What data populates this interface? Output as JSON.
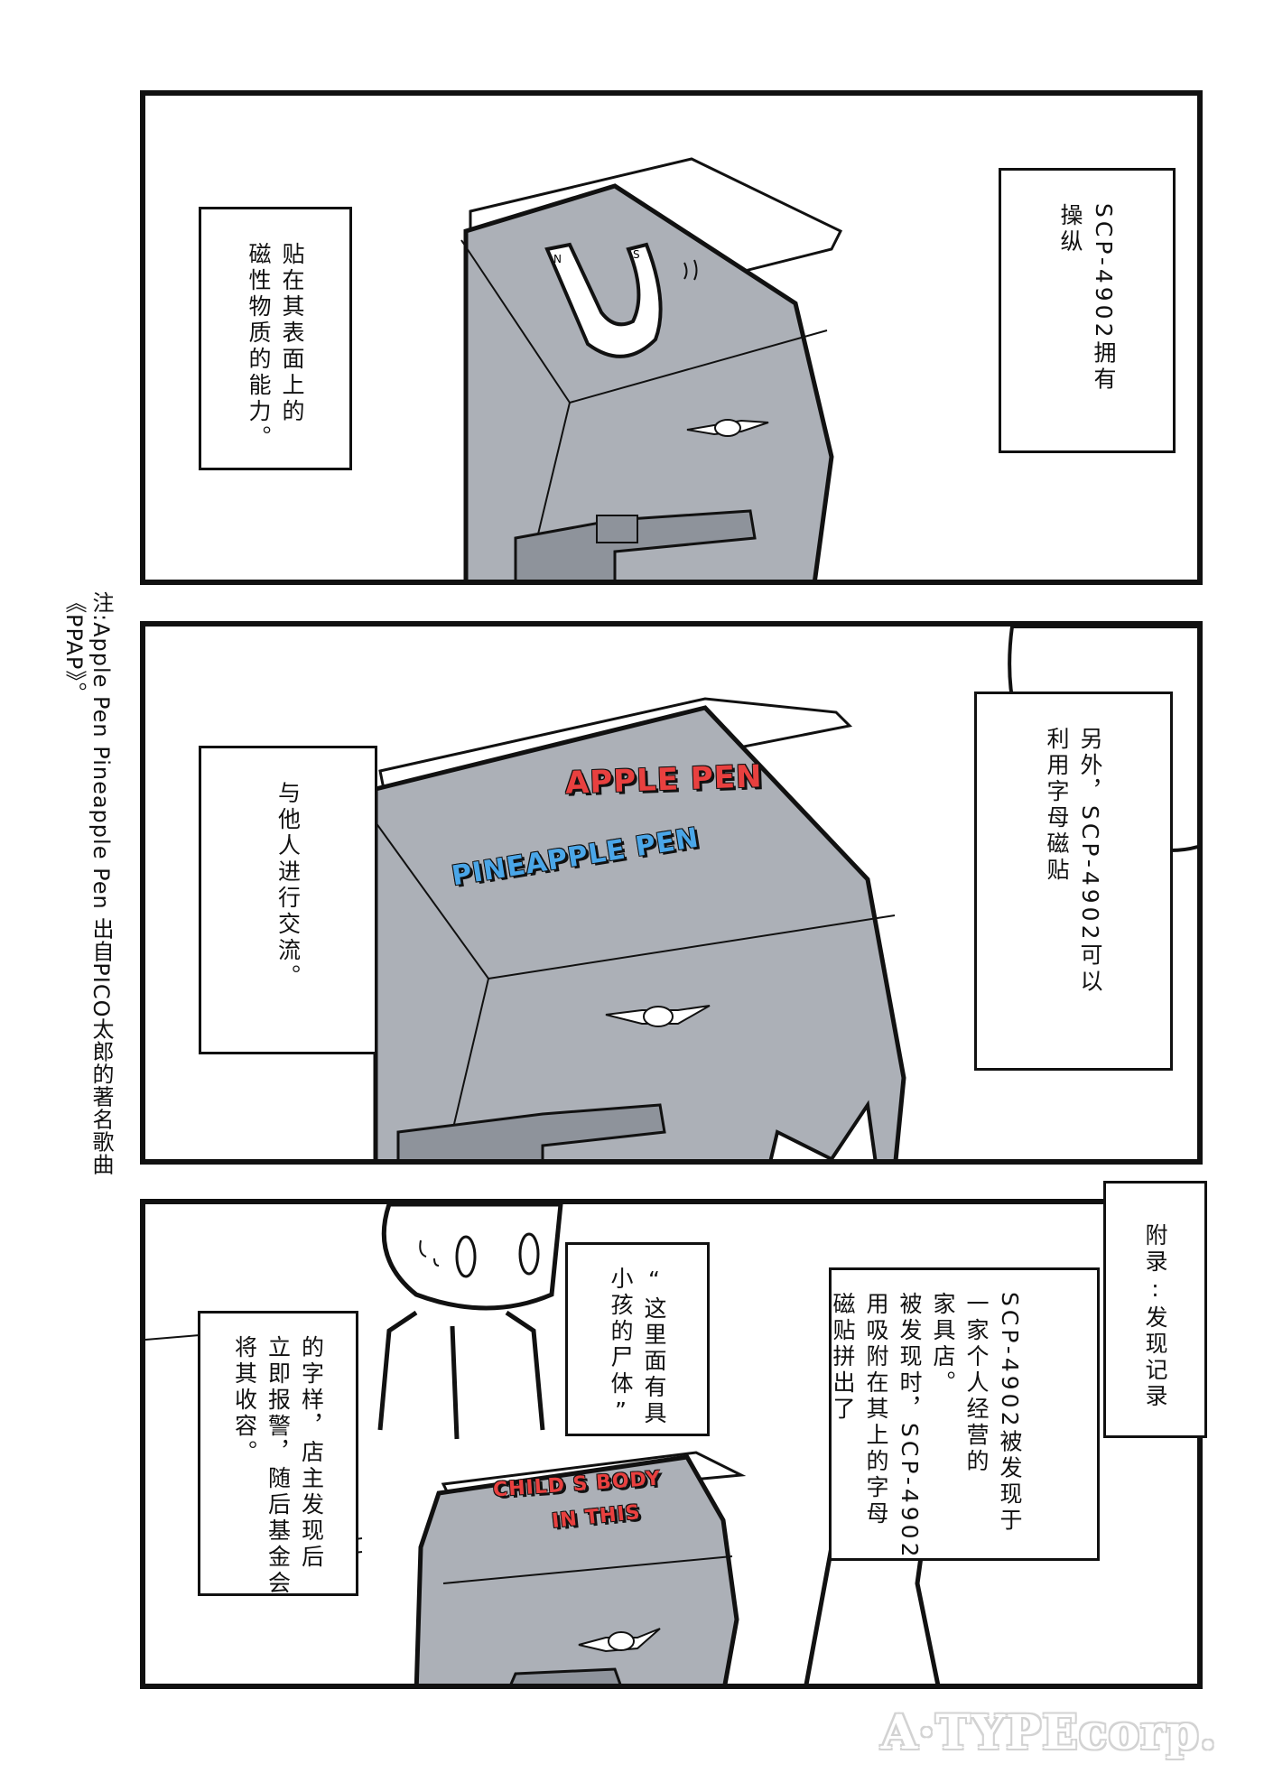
{
  "side_note": {
    "lines": [
      "注:Apple Pen Pineapple Pen 出自PICO太郎的著名歌曲",
      "《PPAP》。"
    ]
  },
  "panel1": {
    "caption_right": {
      "lines": [
        "SCP-4902拥有",
        "操纵"
      ]
    },
    "caption_left": {
      "lines": [
        "贴在其表面上的",
        "磁性物质的能力。"
      ]
    },
    "magnet": {
      "north_label": "N",
      "south_label": "S"
    }
  },
  "panel2": {
    "caption_right": {
      "lines": [
        "另外，SCP-4902可以",
        "利用字母磁贴"
      ]
    },
    "caption_left": {
      "lines": [
        "与他人进行交流。"
      ]
    },
    "magnet_letters": {
      "line1": "APPLE PEN",
      "line2": "PINEAPPLE PEN"
    },
    "letter_colors": {
      "red": "#e8403f",
      "yellow": "#f2b53a",
      "blue": "#4aa6e8"
    }
  },
  "panel3": {
    "caption_header": {
      "lines": [
        "附录:发现记录"
      ]
    },
    "caption_right": {
      "lines": [
        "SCP-4902被发现于",
        "一家个人经营的",
        "家具店。"
      ]
    },
    "caption_mid": {
      "lines": [
        "被发现时，SCP-4902",
        "用吸附在其上的字母",
        "磁贴拼出了"
      ]
    },
    "speech": {
      "lines": [
        "“这里面有具",
        "小孩的尸体”"
      ]
    },
    "caption_left": {
      "lines": [
        "的字样，店主发现后",
        "立即报警，随后基金会",
        "将其收容。"
      ]
    },
    "magnet_letters": {
      "line1": "CHILD S BODY",
      "line2": "IN THIS"
    }
  },
  "colors": {
    "fridge": "#acb0b7",
    "fridge_dark": "#8e939b",
    "ink": "#111111"
  },
  "watermark": "A·TYPEcorp."
}
